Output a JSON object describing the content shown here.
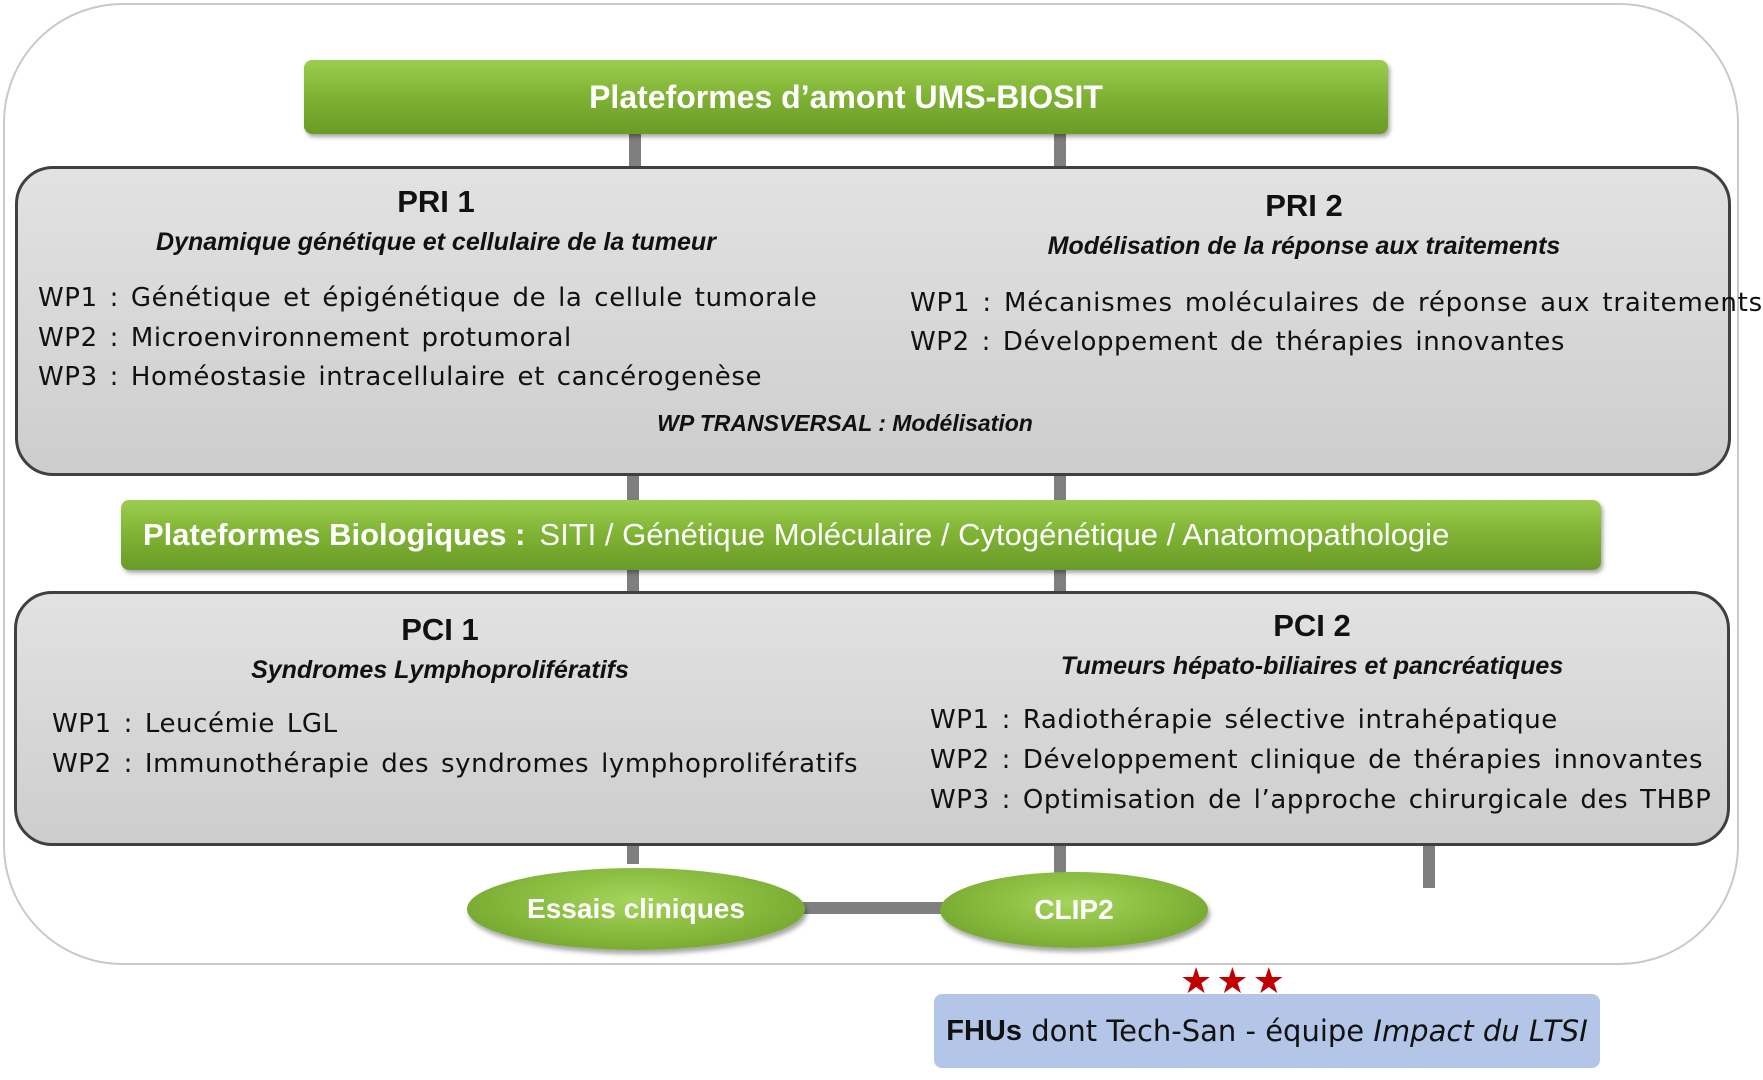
{
  "top_platform": {
    "label": "Plateformes d’amont UMS-BIOSIT"
  },
  "pri1": {
    "title": "PRI 1",
    "subtitle": "Dynamique génétique et cellulaire de la tumeur",
    "wps": [
      "WP1 : Génétique et épigénétique de la cellule tumorale",
      "WP2 : Microenvironnement protumoral",
      "WP3 : Homéostasie intracellulaire et cancérogenèse"
    ]
  },
  "pri2": {
    "title": "PRI 2",
    "subtitle": "Modélisation de la réponse aux traitements",
    "wps": [
      "WP1 : Mécanismes moléculaires de réponse aux traitements",
      "WP2 : Développement de thérapies innovantes"
    ]
  },
  "wp_transversal": {
    "label": "WP TRANSVERSAL",
    "value": ": Modélisation"
  },
  "bio_platform": {
    "label": "Plateformes Biologiques :",
    "value": "SITI / Génétique Moléculaire / Cytogénétique / Anatomopathologie"
  },
  "pci1": {
    "title": "PCI 1",
    "subtitle": "Syndromes Lymphoprolifératifs",
    "wps": [
      "WP1 : Leucémie LGL",
      "WP2 : Immunothérapie des syndromes lymphoprolifératifs"
    ]
  },
  "pci2": {
    "title": "PCI 2",
    "subtitle": "Tumeurs hépato-biliaires et pancréatiques",
    "wps": [
      "WP1 : Radiothérapie sélective intrahépatique",
      "WP2 : Développement clinique de thérapies innovantes",
      "WP3 : Optimisation de l’approche chirurgicale des THBP"
    ]
  },
  "essais": {
    "label": "Essais cliniques"
  },
  "clip2": {
    "label": "CLIP2"
  },
  "fhu": {
    "bold": "FHUs",
    "text": " dont Tech-San - équipe ",
    "italic": "Impact du LTSI"
  },
  "stars": [
    "★",
    "★",
    "★"
  ],
  "colors": {
    "green": "#7fb234",
    "gray_box": "#d6d6d6",
    "blue_box": "#b4c6e7",
    "star": "#c00000"
  }
}
